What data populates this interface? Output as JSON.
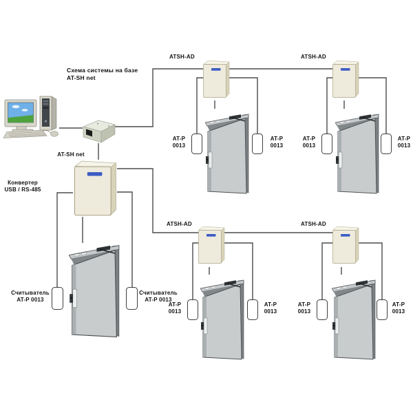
{
  "title": "Схема системы на базе\nAT-SH net",
  "converter": {
    "label": "Конвертер\nUSB / RS-485"
  },
  "network": {
    "bus_label": "AT-SH net"
  },
  "main_door": {
    "left_reader_label": "Считыватель\nAT-P 0013",
    "right_reader_label": "Считыватель\nAT-P 0013"
  },
  "groups": [
    {
      "controller_label": "ATSH-AD",
      "left_reader_label": "AT-P\n0013",
      "right_reader_label": "AT-P\n0013"
    },
    {
      "controller_label": "ATSH-AD",
      "left_reader_label": "AT-P\n0013",
      "right_reader_label": "AT-P\n0013"
    },
    {
      "controller_label": "ATSH-AD",
      "left_reader_label": "AT-P\n0013",
      "right_reader_label": "AT-P\n0013"
    },
    {
      "controller_label": "ATSH-AD",
      "left_reader_label": "AT-P\n0013",
      "right_reader_label": "AT-P\n0013"
    }
  ],
  "colors": {
    "line": "#4b4b4b",
    "text": "#111111",
    "controller_front": "#eeeadc",
    "controller_side": "#d8d3b8",
    "controller_top": "#f6f4e8",
    "controller_logo": "#3b5bc4",
    "door_leaf": "#c9cccd",
    "reader_fill": "#ffffff",
    "screen_sky": "#6fb0e8",
    "screen_grass": "#4ea23e"
  }
}
